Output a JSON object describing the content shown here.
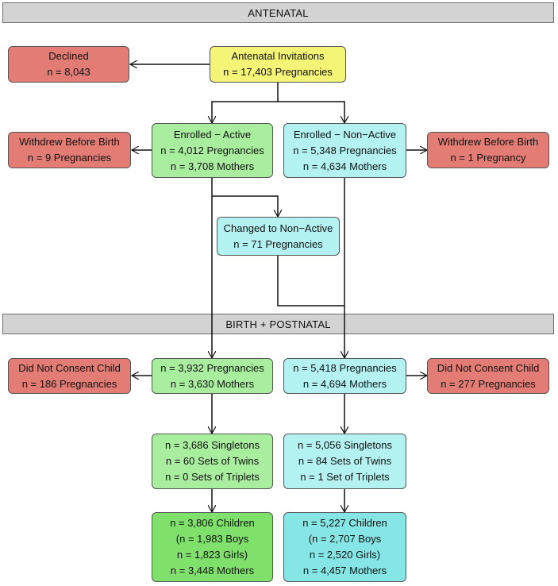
{
  "sections": {
    "antenatal": "ANTENATAL",
    "birth": "BIRTH + POSTNATAL"
  },
  "boxes": {
    "declined": [
      "Declined",
      "n = 8,043"
    ],
    "invitations": [
      "Antenatal Invitations",
      "n  =  17,403 Pregnancies"
    ],
    "withdrew_left": [
      "Withdrew Before Birth",
      "n = 9 Pregnancies"
    ],
    "enrolled_active": [
      "Enrolled − Active",
      "n = 4,012 Pregnancies",
      "n = 3,708 Mothers"
    ],
    "enrolled_nonactive": [
      "Enrolled − Non−Active",
      "n = 5,348 Pregnancies",
      "n = 4,634 Mothers"
    ],
    "withdrew_right": [
      "Withdrew Before Birth",
      "n = 1 Pregnancy"
    ],
    "changed": [
      "Changed to Non−Active",
      "n  =  71 Pregnancies"
    ],
    "noconsent_left": [
      "Did Not Consent Child",
      "n = 186 Pregnancies"
    ],
    "birth_active": [
      "n = 3,932 Pregnancies",
      "n = 3,630 Mothers"
    ],
    "birth_nonactive": [
      "n = 5,418 Pregnancies",
      "n = 4,694 Mothers"
    ],
    "noconsent_right": [
      "Did Not Consent Child",
      "n = 277 Pregnancies"
    ],
    "multiples_active": [
      "n = 3,686 Singletons",
      "n = 60 Sets of Twins",
      "n = 0 Sets of Triplets"
    ],
    "multiples_nonactive": [
      "n = 5,056 Singletons",
      "n = 84 Sets of Twins",
      "n = 1 Set of Triplets"
    ],
    "children_active": [
      "n = 3,806 Children",
      "(n = 1,983 Boys",
      "n = 1,823 Girls)",
      "n = 3,448 Mothers"
    ],
    "children_nonactive": [
      "n = 5,227 Children",
      "(n = 2,707 Boys",
      "n = 2,520 Girls)",
      "n = 4,457 Mothers"
    ]
  },
  "colors": {
    "excluded": "#e37c74",
    "start": "#f4f476",
    "active_light": "#a9ee9f",
    "nonactive_light": "#b4f2f2",
    "active_dark": "#80e06c",
    "nonactive_dark": "#86e5e5",
    "section": "#d3d3d3"
  }
}
